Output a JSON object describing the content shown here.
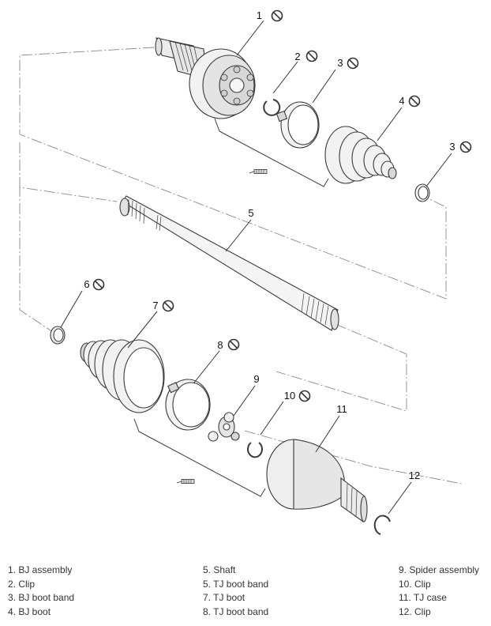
{
  "callouts": [
    {
      "id": "c1",
      "number": "1"
    },
    {
      "id": "c2",
      "number": "2"
    },
    {
      "id": "c3a",
      "number": "3"
    },
    {
      "id": "c4",
      "number": "4"
    },
    {
      "id": "c3b",
      "number": "3"
    },
    {
      "id": "c5",
      "number": "5"
    },
    {
      "id": "c6",
      "number": "6"
    },
    {
      "id": "c7",
      "number": "7"
    },
    {
      "id": "c8",
      "number": "8"
    },
    {
      "id": "c9",
      "number": "9"
    },
    {
      "id": "c10",
      "number": "10"
    },
    {
      "id": "c11",
      "number": "11"
    },
    {
      "id": "c12",
      "number": "12"
    }
  ],
  "legend": {
    "columns": [
      [
        "1. BJ assembly",
        "2. Clip",
        "3. BJ boot band",
        "4. BJ boot"
      ],
      [
        "5. Shaft",
        "5. TJ boot band",
        "7. TJ boot",
        "8. TJ boot band"
      ],
      [
        "9. Spider assembly",
        "10. Clip",
        "11. TJ case",
        "12. Clip"
      ]
    ]
  },
  "colors": {
    "line": "#3a3a3a",
    "dash": "#8a8a8a",
    "fill": "#f2f2f2",
    "fill_dark": "#d8d8d8"
  },
  "icons": [
    "no-reuse-icon",
    "grease-tube-icon"
  ]
}
